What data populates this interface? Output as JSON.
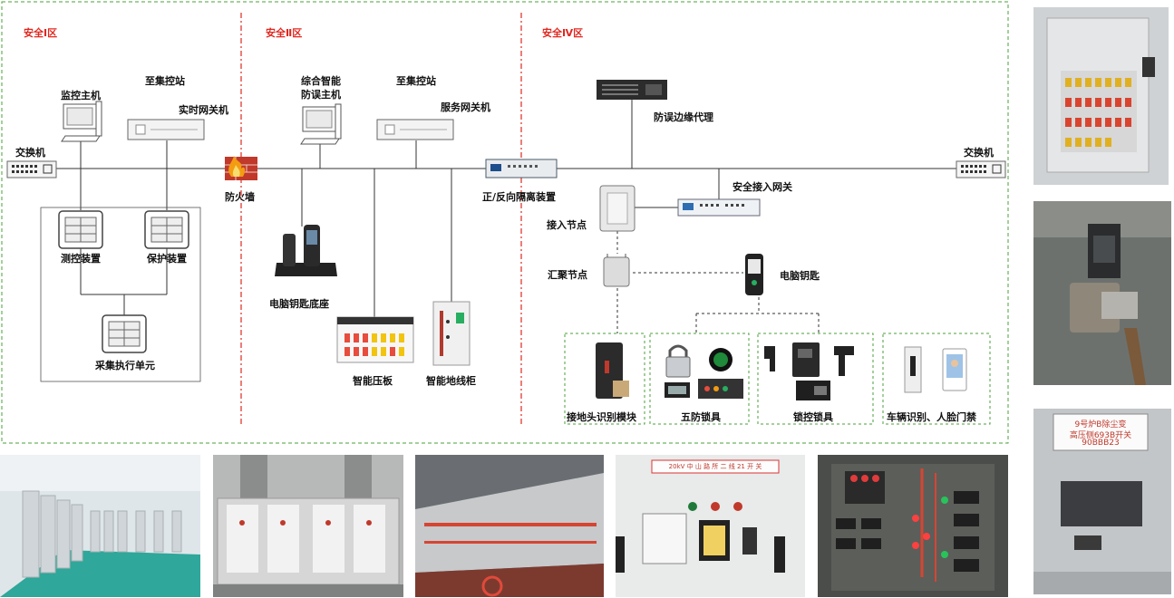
{
  "zones": {
    "zone1": "安全Ⅰ区",
    "zone2": "安全Ⅱ区",
    "zone4": "安全Ⅳ区"
  },
  "labels": {
    "switch_left": "交换机",
    "switch_right": "交换机",
    "monitor_host": "监控主机",
    "master_station_1": "至集控站",
    "realtime_gateway": "实时网关机",
    "firewall": "防火墙",
    "measure_device": "测控装置",
    "protect_device": "保护装置",
    "collect_unit": "采集执行单元",
    "smart_host_line1": "综合智能",
    "smart_host_line2": "防误主机",
    "master_station_2": "至集控站",
    "service_gateway": "服务网关机",
    "key_base": "电脑钥匙底座",
    "smart_plate": "智能压板",
    "ground_cabinet": "智能地线柜",
    "isolation": "正/反向隔离装置",
    "edge_proxy": "防误边缘代理",
    "access_gateway": "安全接入网关",
    "access_node": "接入节点",
    "agg_node": "汇聚节点",
    "computer_key": "电脑钥匙",
    "ground_module": "接地头识别模块",
    "five_lock": "五防锁具",
    "interlock": "锁控锁具",
    "vehicle_face": "车辆识别、人脸门禁"
  },
  "photos": {
    "panel_label_line1": "9号炉B除尘变",
    "panel_label_line2": "高压侧693B开关",
    "panel_label_line3": "90BBB23",
    "switchgear_header": "20kV 中 山 路 所 二 线 21 开 关"
  },
  "colors": {
    "zone_text": "#e0271f",
    "zone_divider": "#e0271f",
    "outer_border": "#4aa03a",
    "cluster_border": "#4aa03a",
    "network_line": "#333333"
  }
}
